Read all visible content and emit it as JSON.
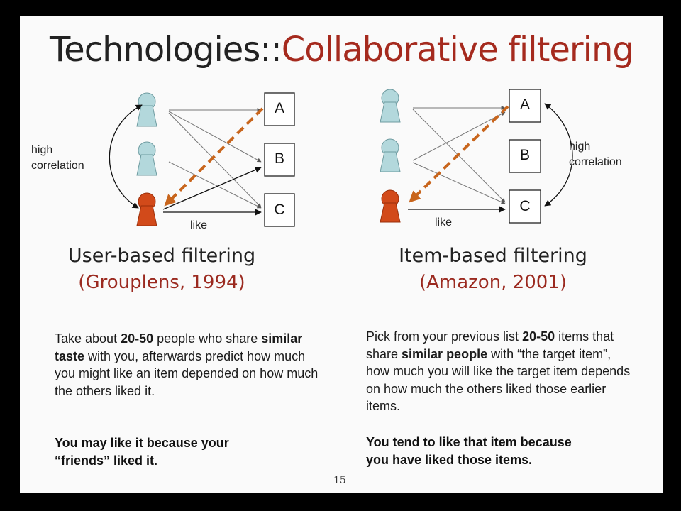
{
  "slide": {
    "title_part1": "Technologies::",
    "title_part2": "Collaborative filtering",
    "page_number": "15"
  },
  "left": {
    "corr_line1": "high",
    "corr_line2": "correlation",
    "items": [
      "A",
      "B",
      "C"
    ],
    "like_label": "like",
    "subtitle": "User-based filtering",
    "citation": "(Grouplens, 1994)",
    "desc": {
      "t1": "Take about ",
      "b1": "20-50",
      "t2": " people who share ",
      "b2": "similar taste",
      "t3": " with you, afterwards predict how much you might like an item depended on how much the others liked it."
    },
    "note_line1": "You may like it because your",
    "note_line2": "“friends” liked it."
  },
  "right": {
    "corr_line1": "high",
    "corr_line2": "correlation",
    "items": [
      "A",
      "B",
      "C"
    ],
    "like_label": "like",
    "subtitle": "Item-based filtering",
    "citation": "(Amazon, 2001)",
    "desc": {
      "t1": "Pick from your previous list ",
      "b1": "20-50",
      "t2": " items that share ",
      "b2": "similar people",
      "t3": " with “the target item”, how much you will like the target item depends on how much the others liked those earlier items."
    },
    "note_line1": "You tend to like that item because",
    "note_line2": "you have liked those items."
  },
  "colors": {
    "person_light": "#b3d8dc",
    "person_target": "#d24a1a",
    "dashed_arrow": "#c8651c",
    "citation": "#9b2a20"
  }
}
